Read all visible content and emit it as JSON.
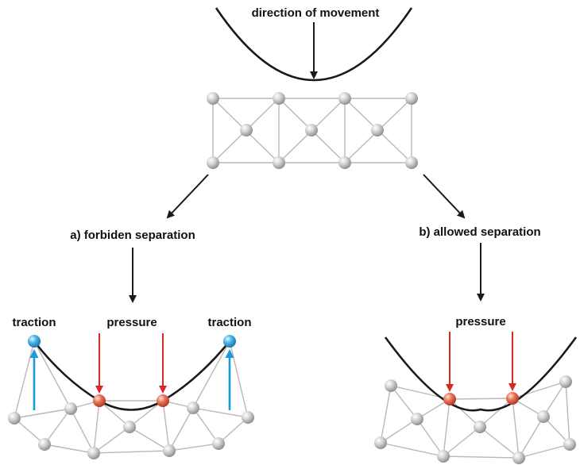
{
  "labels": {
    "direction": "direction of movement",
    "forbidden": "a) forbiden separation",
    "allowed": "b) allowed separation",
    "pressure": "pressure",
    "traction": "traction"
  },
  "colors": {
    "curve": "#1a1a1a",
    "arrow": "#1a1a1a",
    "pressure_arrow": "#d42a22",
    "traction_arrow": "#1f9ad8",
    "atom_gray": "#c4c4c4",
    "atom_red": "#e06a50",
    "atom_blue": "#3aa8e0",
    "bond": "#b9b9b9"
  }
}
